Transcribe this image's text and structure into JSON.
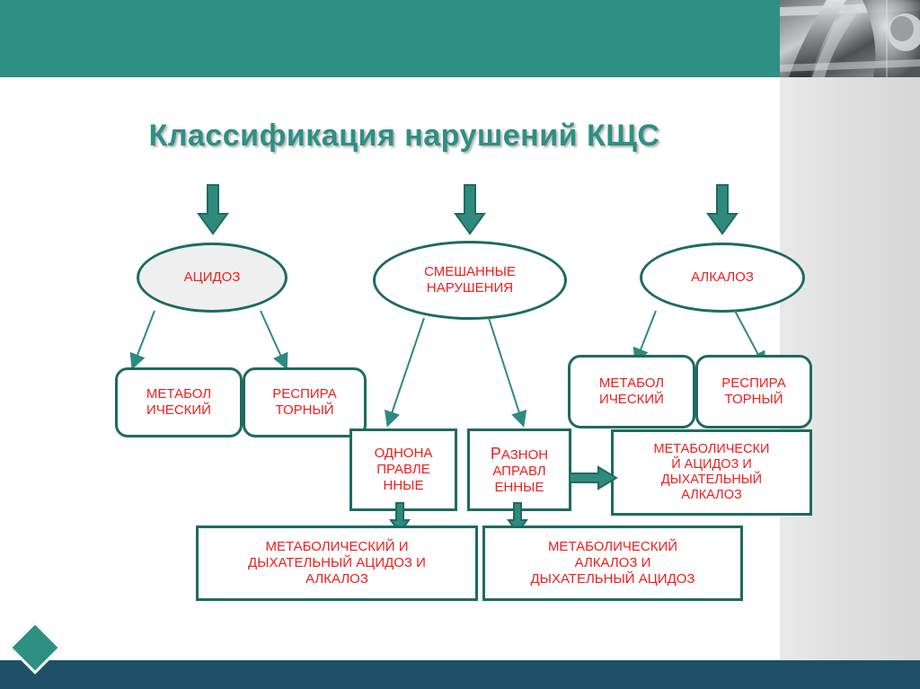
{
  "slide": {
    "title": "Классификация нарушений КЩС",
    "colors": {
      "header_teal": "#2e8f83",
      "footer_navy": "#1d5068",
      "node_border": "#1f6b5e",
      "node_text_red": "#ef1d1d",
      "right_panel_gray": "#dededf"
    }
  },
  "diagram": {
    "ellipses": [
      {
        "id": "acidosis",
        "label": "АЦИДОЗ"
      },
      {
        "id": "mixed",
        "line1": "СМЕШАННЫЕ",
        "line2": "НАРУШЕНИЯ"
      },
      {
        "id": "alkalosis",
        "label": "АЛКАЛОЗ"
      }
    ],
    "acidosis_children": [
      {
        "line1": "МЕТАБОЛ",
        "line2": "ИЧЕСКИЙ"
      },
      {
        "line1": "РЕСПИРА",
        "line2": "ТОРНЫЙ"
      }
    ],
    "alkalosis_children": [
      {
        "line1": "МЕТАБОЛ",
        "line2": "ИЧЕСКИЙ"
      },
      {
        "line1": "РЕСПИРА",
        "line2": "ТОРНЫЙ"
      }
    ],
    "mixed_children": [
      {
        "id": "unidirectional",
        "line1": "ОДНОНА",
        "line2": "ПРАВЛЕ",
        "line3": "ННЫЕ"
      },
      {
        "id": "multidirectional",
        "lead": "Р",
        "rest1": "АЗНОН",
        "line2": "АПРАВЛ",
        "line3": "ЕННЫЕ"
      }
    ],
    "outcomes": [
      {
        "id": "unidirectional-outcome",
        "line1": "МЕТАБОЛИЧЕСКИЙ И",
        "line2": "ДЫХАТЕЛЬНЫЙ АЦИДОЗ И",
        "line3": "АЛКАЛОЗ"
      },
      {
        "id": "multidirectional-outcome-1",
        "line1": "МЕТАБОЛИЧЕСКИЙ",
        "line2": "АЛКАЛОЗ И",
        "line3": "ДЫХАТЕЛЬНЫЙ АЦИДОЗ"
      },
      {
        "id": "multidirectional-outcome-2",
        "line1": "МЕТАБОЛИЧЕСКИ",
        "line2": "Й АЦИДОЗ И",
        "line3": "ДЫХАТЕЛЬНЫЙ",
        "line4": "АЛКАЛОЗ"
      }
    ]
  }
}
